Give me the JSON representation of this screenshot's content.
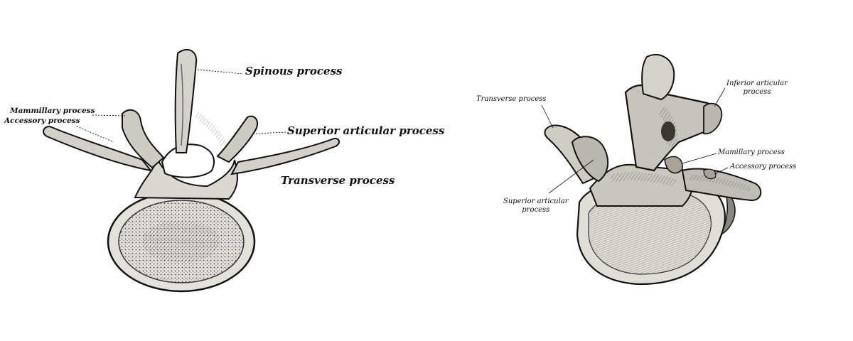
{
  "figure_a": {
    "labels": {
      "spinous": "Spinous process",
      "mammillary": "Mammillary process",
      "accessory": "Accessory process",
      "superior_articular": "Superior articular process",
      "transverse": "Transverse process"
    }
  },
  "figure_b": {
    "labels": {
      "transverse": "Transverse process",
      "inferior_articular_1": "Inferior articular",
      "inferior_articular_2": "process",
      "mamillary": "Mamillary process",
      "accessory": "Accessory process",
      "superior_articular_1": "Superior articular",
      "superior_articular_2": "process"
    }
  },
  "colors": {
    "ink": "#111111",
    "bone": "#d9d6d0",
    "shade": "#6b6660",
    "paper": "#ffffff"
  }
}
